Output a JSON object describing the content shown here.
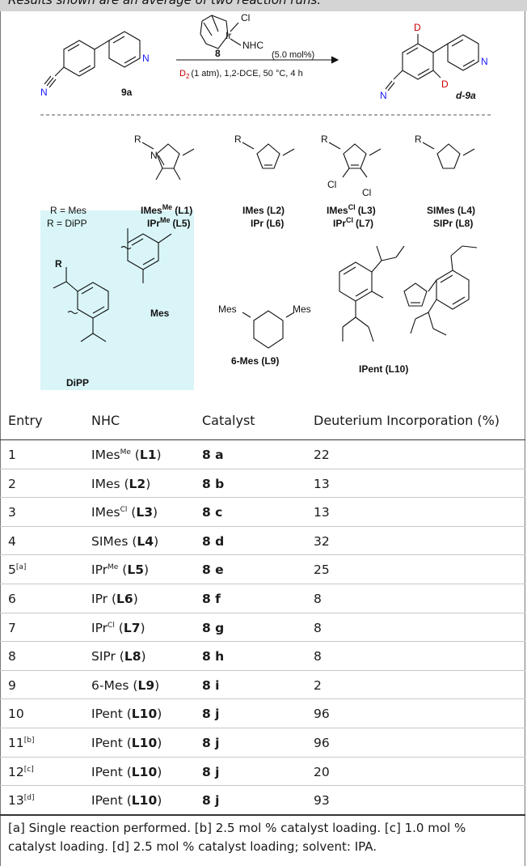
{
  "caption": "Results shown are an average of two reaction runs.",
  "scheme": {
    "substrate": "9a",
    "product": "d-9a",
    "cat_label": "8",
    "cat_cl": "Cl",
    "cat_ir": "Ir",
    "cat_nhc": "NHC",
    "loading": "(5.0 mol%)",
    "d2": "D",
    "d2_sub": "2",
    "conditions": "(1 atm), 1,2-DCE, 50 °C, 4 h",
    "n_atom": "N",
    "d_atom": "D"
  },
  "ligands": {
    "r_mes": "R = Mes",
    "r_dipp": "R = DiPP",
    "l1": "IMes",
    "l1_sup": "Me",
    "l1_tag": "(L1)",
    "l5": "IPr",
    "l5_sup": "Me",
    "l5_tag": "(L5)",
    "l2": "IMes (L2)",
    "l6": "IPr (L6)",
    "l3": "IMes",
    "l3_sup": "Cl",
    "l3_tag": "(L3)",
    "l7": "IPr",
    "l7_sup": "Cl",
    "l7_tag": "(L7)",
    "l4": "SIMes (L4)",
    "l8": "SIPr (L8)",
    "r": "R",
    "cl": "Cl",
    "n": "N",
    "dots": "..",
    "mes": "Mes",
    "dipp": "DiPP",
    "l9": "6-Mes (L9)",
    "l10": "IPent (L10)"
  },
  "table": {
    "headers": [
      "Entry",
      "NHC",
      "Catalyst",
      "Deuterium Incorporation (%)"
    ],
    "rows": [
      {
        "entry": "1",
        "sup": "",
        "nhc": "IMes",
        "nhc_sup": "Me",
        "lig": "L1",
        "cat": "8 a",
        "di": "22"
      },
      {
        "entry": "2",
        "sup": "",
        "nhc": "IMes",
        "nhc_sup": "",
        "lig": "L2",
        "cat": "8 b",
        "di": "13"
      },
      {
        "entry": "3",
        "sup": "",
        "nhc": "IMes",
        "nhc_sup": "Cl",
        "lig": "L3",
        "cat": "8 c",
        "di": "13"
      },
      {
        "entry": "4",
        "sup": "",
        "nhc": "SIMes",
        "nhc_sup": "",
        "lig": "L4",
        "cat": "8 d",
        "di": "32"
      },
      {
        "entry": "5",
        "sup": "[a]",
        "nhc": "IPr",
        "nhc_sup": "Me",
        "lig": "L5",
        "cat": "8 e",
        "di": "25"
      },
      {
        "entry": "6",
        "sup": "",
        "nhc": "IPr",
        "nhc_sup": "",
        "lig": "L6",
        "cat": "8 f",
        "di": "8"
      },
      {
        "entry": "7",
        "sup": "",
        "nhc": "IPr",
        "nhc_sup": "Cl",
        "lig": "L7",
        "cat": "8 g",
        "di": "8"
      },
      {
        "entry": "8",
        "sup": "",
        "nhc": "SIPr",
        "nhc_sup": "",
        "lig": "L8",
        "cat": "8 h",
        "di": "8"
      },
      {
        "entry": "9",
        "sup": "",
        "nhc": "6-Mes",
        "nhc_sup": "",
        "lig": "L9",
        "cat": "8 i",
        "di": "2"
      },
      {
        "entry": "10",
        "sup": "",
        "nhc": "IPent",
        "nhc_sup": "",
        "lig": "L10",
        "cat": "8 j",
        "di": "96"
      },
      {
        "entry": "11",
        "sup": "[b]",
        "nhc": "IPent",
        "nhc_sup": "",
        "lig": "L10",
        "cat": "8 j",
        "di": "96"
      },
      {
        "entry": "12",
        "sup": "[c]",
        "nhc": "IPent",
        "nhc_sup": "",
        "lig": "L10",
        "cat": "8 j",
        "di": "20"
      },
      {
        "entry": "13",
        "sup": "[d]",
        "nhc": "IPent",
        "nhc_sup": "",
        "lig": "L10",
        "cat": "8 j",
        "di": "93"
      }
    ]
  },
  "footnote": "[a] Single reaction performed. [b] 2.5 mol % catalyst loading. [c] 1.0 mol % catalyst loading. [d] 2.5 mol % catalyst loading; solvent: IPA."
}
